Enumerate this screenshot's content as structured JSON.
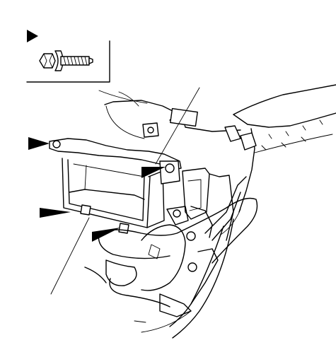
{
  "diagram": {
    "callout_markers": [
      {
        "id": "bolt-legend"
      },
      {
        "id": "upper-left-bolt"
      },
      {
        "id": "right-bracket-bolt"
      },
      {
        "id": "lower-left-bolt"
      },
      {
        "id": "lower-center-bolt"
      }
    ],
    "colors": {
      "line": "#000000",
      "background": "#ffffff"
    }
  }
}
